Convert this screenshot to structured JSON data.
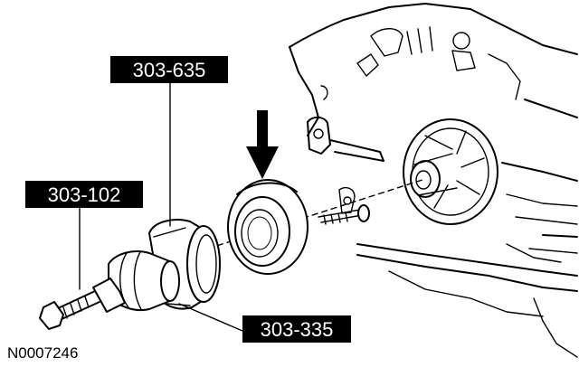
{
  "figure": {
    "id_label": "N0007246",
    "callouts": [
      {
        "key": "remover_tool",
        "label": "303-635"
      },
      {
        "key": "slide_hammer",
        "label": "303-102"
      },
      {
        "key": "adapter",
        "label": "303-335"
      }
    ],
    "colors": {
      "ink": "#000000",
      "paper": "#ffffff"
    },
    "icons": [
      "press-direction-arrow-icon"
    ]
  }
}
